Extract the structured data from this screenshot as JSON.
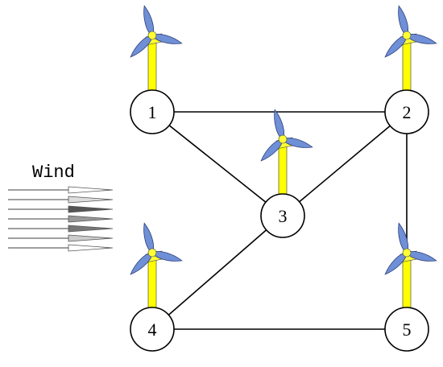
{
  "diagram": {
    "wind_label": "Wind",
    "nodes": [
      {
        "id": "1",
        "label": "1"
      },
      {
        "id": "2",
        "label": "2"
      },
      {
        "id": "3",
        "label": "3"
      },
      {
        "id": "4",
        "label": "4"
      },
      {
        "id": "5",
        "label": "5"
      }
    ],
    "edges": [
      {
        "from": "1",
        "to": "2"
      },
      {
        "from": "1",
        "to": "3"
      },
      {
        "from": "2",
        "to": "3"
      },
      {
        "from": "2",
        "to": "5"
      },
      {
        "from": "3",
        "to": "4"
      },
      {
        "from": "4",
        "to": "5"
      }
    ],
    "turbine_nodes": [
      "1",
      "2",
      "3",
      "4",
      "5"
    ],
    "colors": {
      "tower": "#ffff00",
      "blade": "#6f8fd6",
      "edge": "#000000"
    }
  }
}
